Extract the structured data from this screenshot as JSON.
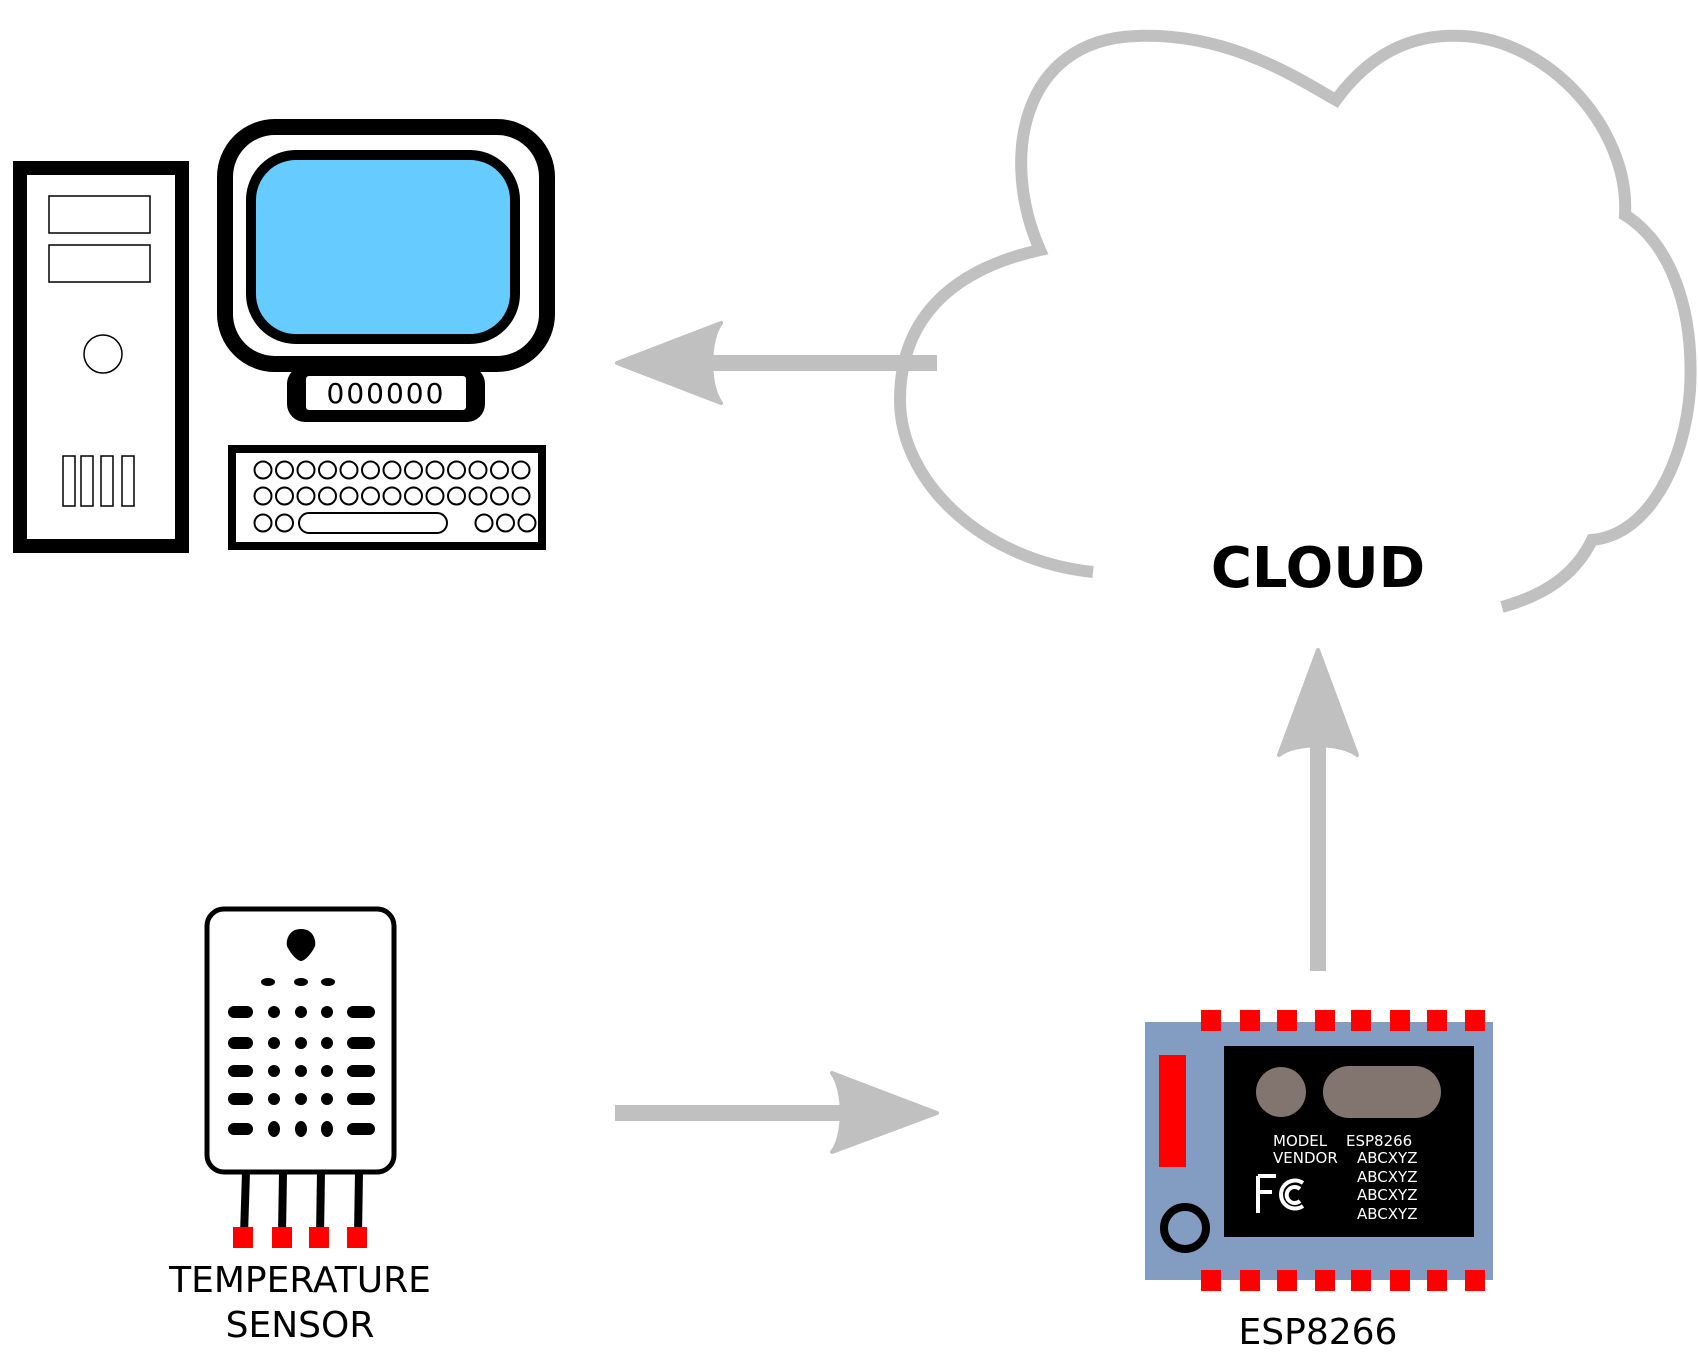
{
  "diagram": {
    "title": "IoT temperature monitoring data flow",
    "nodes": {
      "computer": {
        "label": "",
        "monitor_badge": "000000"
      },
      "cloud": {
        "label": "CLOUD"
      },
      "sensor": {
        "label_line1": "TEMPERATURE",
        "label_line2": "SENSOR"
      },
      "esp": {
        "label": "ESP8266",
        "chip": {
          "model_key": "MODEL",
          "model_value": "ESP8266",
          "vendor_key": "VENDOR",
          "vendor_values": [
            "ABCXYZ",
            "ABCXYZ",
            "ABCXYZ",
            "ABCXYZ"
          ],
          "cert_mark": "FC"
        }
      }
    },
    "edges": [
      {
        "from": "sensor",
        "to": "esp",
        "direction": "right"
      },
      {
        "from": "esp",
        "to": "cloud",
        "direction": "up"
      },
      {
        "from": "cloud",
        "to": "computer",
        "direction": "left"
      }
    ],
    "colors": {
      "arrow": "#c0c0c0",
      "cloud_outline": "#c0c0c0",
      "screen": "#66ccff",
      "board": "#839dc2",
      "pin": "#ff0000",
      "chip": "#000000",
      "crystal": "#827570"
    }
  }
}
